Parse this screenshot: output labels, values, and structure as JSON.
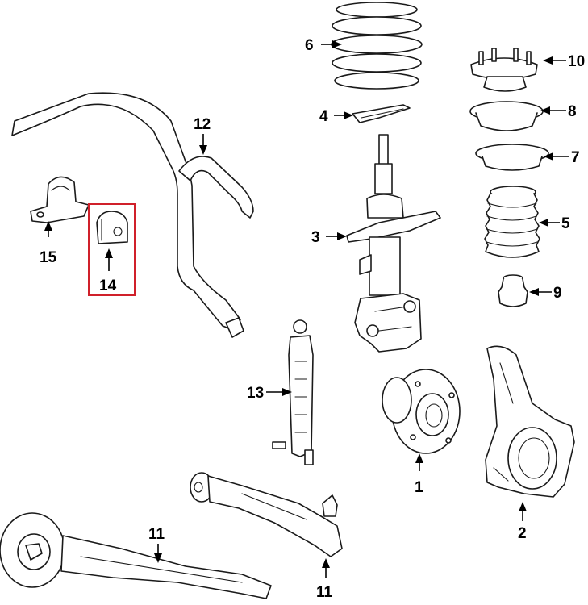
{
  "diagram": {
    "callouts": {
      "c1": "1",
      "c2": "2",
      "c3": "3",
      "c4": "4",
      "c5": "5",
      "c6": "6",
      "c7": "7",
      "c8": "8",
      "c9": "9",
      "c10": "10",
      "c11a": "11",
      "c11b": "11",
      "c12": "12",
      "c13": "13",
      "c14": "14",
      "c15": "15"
    },
    "highlight": {
      "callout": "14",
      "color": "#d0202a"
    },
    "colors": {
      "line": "#1a1a1a",
      "background": "#ffffff"
    }
  }
}
